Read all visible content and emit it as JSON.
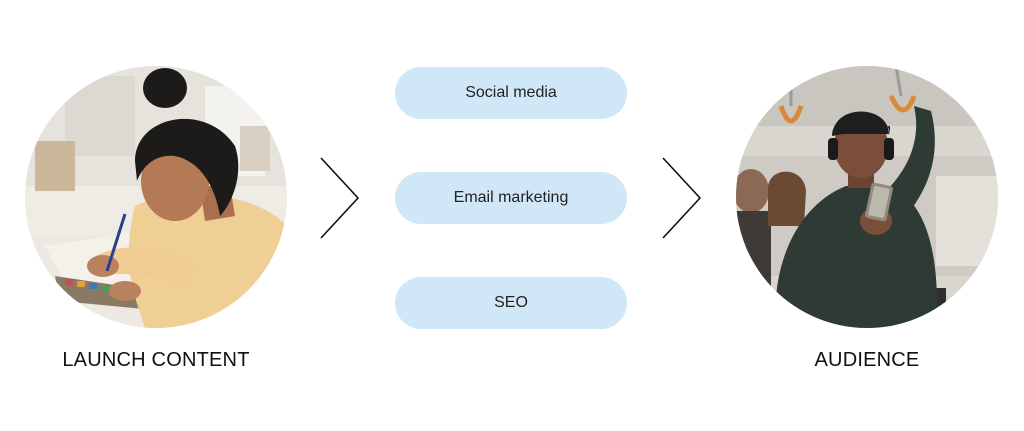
{
  "left": {
    "caption": "LAUNCH CONTENT",
    "image": "artist-painting-watercolor-photo"
  },
  "channels": [
    {
      "label": "Social media"
    },
    {
      "label": "Email marketing"
    },
    {
      "label": "SEO"
    }
  ],
  "right": {
    "caption": "AUDIENCE",
    "image": "commuter-with-phone-on-train-photo"
  },
  "colors": {
    "pill_background": "#cfe7f6",
    "arrow": "#111111",
    "text": "#111111"
  }
}
